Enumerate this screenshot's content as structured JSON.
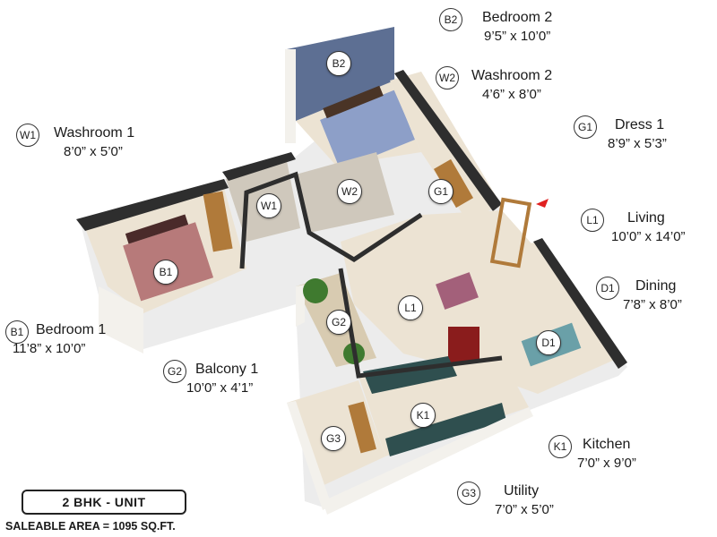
{
  "legend": [
    {
      "code": "B2",
      "name": "Bedroom 2",
      "dims": "9’5” x 10’0”"
    },
    {
      "code": "W2",
      "name": "Washroom 2",
      "dims": "4’6” x 8’0”"
    },
    {
      "code": "G1",
      "name": "Dress 1",
      "dims": "8’9” x 5’3”"
    },
    {
      "code": "W1",
      "name": "Washroom 1",
      "dims": "8’0” x 5’0”"
    },
    {
      "code": "L1",
      "name": "Living",
      "dims": "10’0” x 14’0”"
    },
    {
      "code": "D1",
      "name": "Dining",
      "dims": "7’8” x 8’0”"
    },
    {
      "code": "B1",
      "name": "Bedroom 1",
      "dims": "11’8” x 10’0”"
    },
    {
      "code": "G2",
      "name": "Balcony 1",
      "dims": "10’0” x 4’1”"
    },
    {
      "code": "K1",
      "name": "Kitchen",
      "dims": "7’0” x 9’0”"
    },
    {
      "code": "G3",
      "name": "Utility",
      "dims": "7’0” x 5’0”"
    }
  ],
  "plan_tags": [
    "B2",
    "W1",
    "W2",
    "G1",
    "B1",
    "L1",
    "G2",
    "D1",
    "K1",
    "G3"
  ],
  "unit_label": "2 BHK - UNIT",
  "saleable_area": "SALEABLE AREA = 1095 SQ.FT.",
  "colors": {
    "wall_top": "#2e2e2e",
    "wall_face": "#f3f1ec",
    "floor": "#ece3d3",
    "tile": "#cfc8bc",
    "bedroom2_accent_wall": "#5d6f93",
    "entry_arrow": "#e02020"
  }
}
